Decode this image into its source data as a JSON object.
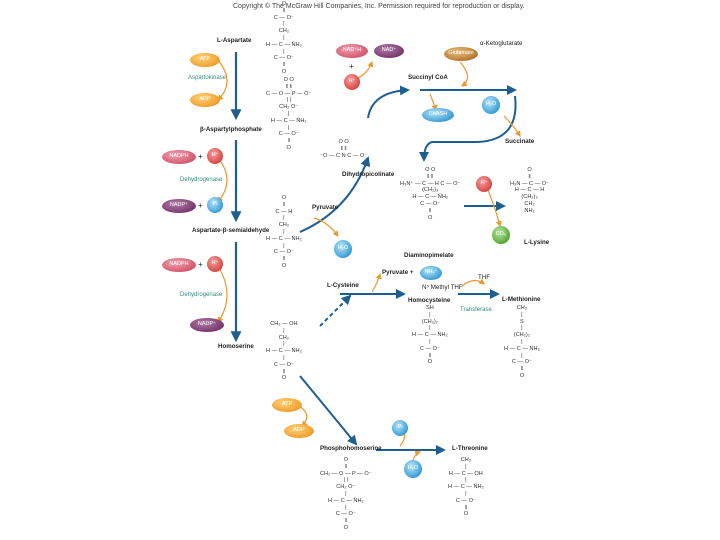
{
  "copyright": "Copyright © The McGraw Hill Companies, Inc. Permission required for reproduction or display.",
  "compounds": {
    "aspartate": "L-Aspartate",
    "aspartylphosphate": "β-Aspartylphosphate",
    "semialdehyde": "Aspartate-β-semialdehyde",
    "homoserine": "Homoserine",
    "dihydropicolinate": "Dihydropicolinate",
    "diaminopimelate": "Diaminopimelate",
    "lysine": "L-Lysine",
    "cysteine": "L-Cysteine",
    "homocysteine": "Homocysteine",
    "methionine": "L-Methionine",
    "phosphohomoserine": "Phosphohomoserine",
    "threonine": "L-Threonine",
    "succinylcoa": "Succinyl CoA",
    "succinate": "Succinate",
    "ketoglutarate": "α-Ketoglutarate",
    "pyruvate1": "Pyruvate",
    "pyruvate2": "Pyruvate +",
    "thf": "THF",
    "methylthf": "N⁵ Methyl THF"
  },
  "enzymes": {
    "aspartokinase": "Aspartokinase",
    "dehydrogenase1": "Dehydrogenase",
    "dehydrogenase2": "Dehydrogenase",
    "transferase": "Transferase"
  },
  "cofactors": {
    "atp1": "ATP",
    "adp1": "ADP",
    "nadph1": "NADPH",
    "h1": "H⁺",
    "nadp1": "NADP⁺",
    "pi1": "Pi",
    "nadph2": "NADPH",
    "h2": "H⁺",
    "nadp2": "NADP⁺",
    "nadph3": "NAD⁺H",
    "nad3": "NAD⁺",
    "h3": "H⁺",
    "glutamate": "Glutamate",
    "h2o1": "H₂O",
    "coash": "CoASH",
    "h4": "H⁺",
    "co2": "CO₂",
    "h2o2": "H₂O",
    "nh4": "NH₄⁺",
    "atp2": "ATP",
    "adp2": "ADP",
    "pi2": "Pi",
    "h2o3": "H₂O"
  },
  "plus": "+",
  "structures": {
    "asp": [
      "O",
      "‖",
      "C — O⁻",
      "|",
      "CH₂",
      "|",
      "H — C — N̈H₂",
      "|",
      "C — O⁻",
      "‖",
      "O"
    ],
    "asp_p": [
      "O        O",
      "‖        ‖",
      "C — O — P — O⁻",
      "|        |",
      "CH₂      O⁻",
      "|",
      "H — C — N̈H₂",
      "|",
      "C — O⁻",
      "‖",
      "O"
    ],
    "semi": [
      "O",
      "‖",
      "C — H",
      "|",
      "CH₂",
      "|",
      "H — C — N̈H₂",
      "|",
      "C — O⁻",
      "‖",
      "O"
    ],
    "homoser": [
      "CH₂ — OH",
      "|",
      "CH₂",
      "|",
      "H — C — N̈H₂",
      "|",
      "C — O⁻",
      "‖",
      "O"
    ],
    "dhp": [
      "O       O",
      "‖       ‖",
      "⁻O — C   N   C — O⁻"
    ],
    "dap": [
      "O       O",
      "‖       ‖",
      "H₃N⁺ — C — H   C — O⁻",
      "(CH₂)₃",
      "H — C — N̈H₂",
      "C — O⁻",
      "‖",
      "O"
    ],
    "lys": [
      "O",
      "‖",
      "H₃N — C — O⁻",
      "H — C — H",
      "(CH₂)₃",
      "CH₂",
      "NH₂"
    ],
    "hcys": [
      "SH",
      "|",
      "(CH₂)₂",
      "|",
      "H — C — N̈H₂",
      "|",
      "C — O⁻",
      "‖",
      "O"
    ],
    "met": [
      "CH₃",
      "|",
      "S",
      "|",
      "(CH₂)₂",
      "|",
      "H — C — N̈H₂",
      "|",
      "C — O⁻",
      "‖",
      "O"
    ],
    "phser": [
      "O",
      "‖",
      "CH₂ — O — P — O⁻",
      "|        |",
      "CH₂      O⁻",
      "|",
      "H — C — N̈H₂",
      "|",
      "C — O⁻",
      "‖",
      "O"
    ],
    "thr": [
      "CH₃",
      "|",
      "H — C — OH",
      "|",
      "H — C — N̈H₂",
      "|",
      "C — O⁻",
      "‖",
      "O"
    ]
  },
  "colors": {
    "arrow": "#1f5f8f",
    "side_arrow": "#e89a30",
    "enzyme_text": "#2f8f7f"
  }
}
